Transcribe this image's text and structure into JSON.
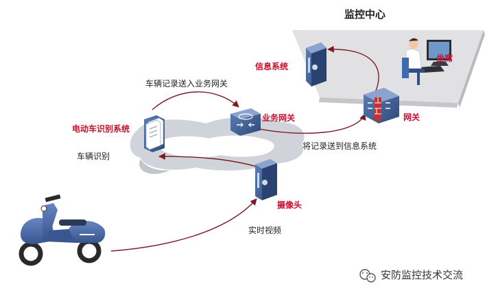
{
  "monitor_center": {
    "title": "监控中心",
    "info_system": "信息系统",
    "gateway": "网关",
    "seat": "坐席"
  },
  "business_gateway": "业务网关",
  "recognition_system": "电动车识别系统",
  "vehicle_recognition": "车辆识别",
  "camera": "摄像头",
  "flows": {
    "record_to_business_gateway": "车辆记录送入业务网关",
    "record_to_info_system": "将记录送到信息系统",
    "realtime_video": "实时视频"
  },
  "watermark": {
    "text": "安防监控技术交流",
    "icon": "wechat-icon"
  },
  "colors": {
    "label_red": "#c8102e",
    "arrow": "#7a1a24",
    "cloud": "#d0d3d9",
    "device_blue": "#3d5c8f",
    "scooter": "#4a6aa8",
    "platform": "#e1e1e4"
  }
}
